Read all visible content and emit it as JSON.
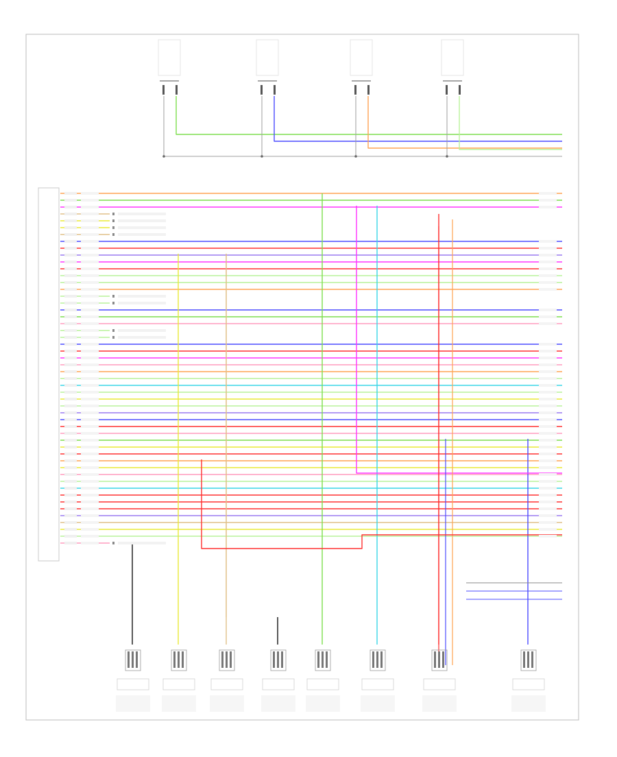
{
  "diagram": {
    "figure_number": "",
    "module_label": "",
    "colors": {
      "frame": "#bbbbbb",
      "ground": "#9e9e9e",
      "green": "#7dde4e",
      "blue": "#4b4bff",
      "magenta": "#ff33ff",
      "red": "#ff3030",
      "orange": "#ffa352",
      "yellow": "#eaea35",
      "cyan": "#39d6e6",
      "light_green": "#b8f29a",
      "pink": "#ff9bbd",
      "tan": "#e0c089",
      "purple": "#9a7af0",
      "black": "#111111"
    },
    "top_sensor_count": 4,
    "connector_row_count": 52,
    "bottom_component_count": 8
  }
}
